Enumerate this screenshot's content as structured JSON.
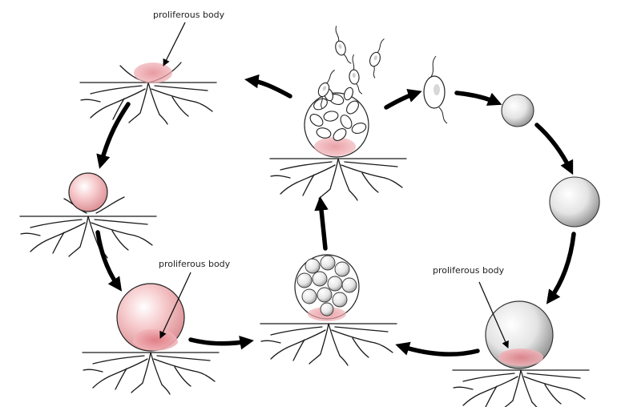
{
  "labels": {
    "proliferous_top": "proliferous body",
    "proliferous_left": "proliferous body",
    "proliferous_right": "proliferous body"
  }
}
